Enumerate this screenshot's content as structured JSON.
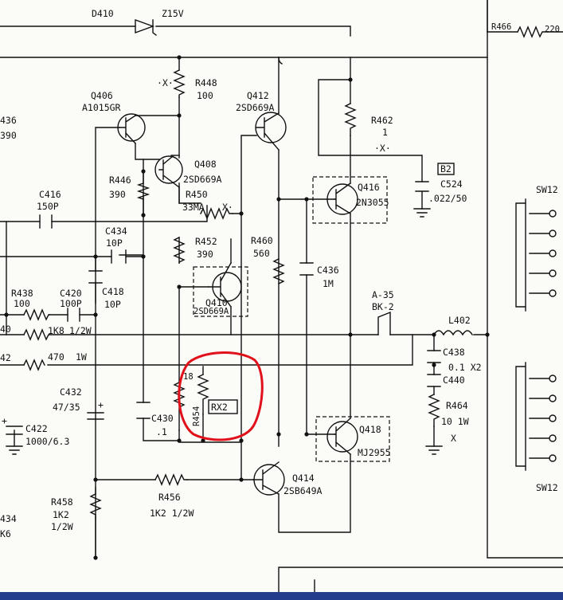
{
  "labels": {
    "d410": "D410",
    "z15v": "Z15V",
    "r466": "R466",
    "r466_val": "220",
    "r436": "436",
    "r436_val": "390",
    "q406": "Q406",
    "q406_type": "A1015GR",
    "r448": "R448",
    "r448_val": "100",
    "q412": "Q412",
    "q412_type": "2SD669A",
    "r462": "R462",
    "r462_val": "1",
    "b2": "B2",
    "c524": "C524",
    "c524_val": ".022/50",
    "q408": "Q408",
    "q408_type": "2SD669A",
    "r446": "R446",
    "r446_val": "390",
    "r450": "R450",
    "r450_val": "33MA",
    "q416": "Q416",
    "q416_type": "2N3055",
    "sw12_top": "SW12",
    "c416": "C416",
    "c416_val": "150P",
    "c434": "C434",
    "c434_val": "10P",
    "r452": "R452",
    "r452_val": "390",
    "r460": "R460",
    "r460_val": "560",
    "c436": "C436",
    "c436_val": "1M",
    "r438": "R438",
    "r438_val": "100",
    "c420": "C420",
    "c420_val": "100P",
    "c418": "C418",
    "c418_val": "10P",
    "q410": "Q410",
    "q410_type": "2SD669A",
    "a35": "A-35",
    "bk2": "BK-2",
    "l402": "L402",
    "left_40": "40",
    "r_1k8": "1K8",
    "r_1k8_w": "1/2W",
    "left_42": "42",
    "r_470": "470",
    "r_470_w": "1W",
    "c438": "C438",
    "c438_val": "0.1 X2",
    "c440": "C440",
    "c432": "C432",
    "c432_val": "47/35",
    "r_18": "18",
    "rx2": "RX2",
    "r464": "R464",
    "r464_val": "10  1W",
    "c422": "C422",
    "c422_val": "1000/6.3",
    "c430": "C430",
    "c430_val": ".1",
    "r454": "R454",
    "q418": "Q418",
    "q418_type": "MJ2955",
    "r458": "R458",
    "r458_val": "1K2",
    "r458_w": "1/2W",
    "r456": "R456",
    "r456_val": "1K2  1/2W",
    "q414": "Q414",
    "q414_type": "2SB649A",
    "sw12_bottom": "SW12",
    "r434": "434",
    "r434_val": "K6"
  }
}
